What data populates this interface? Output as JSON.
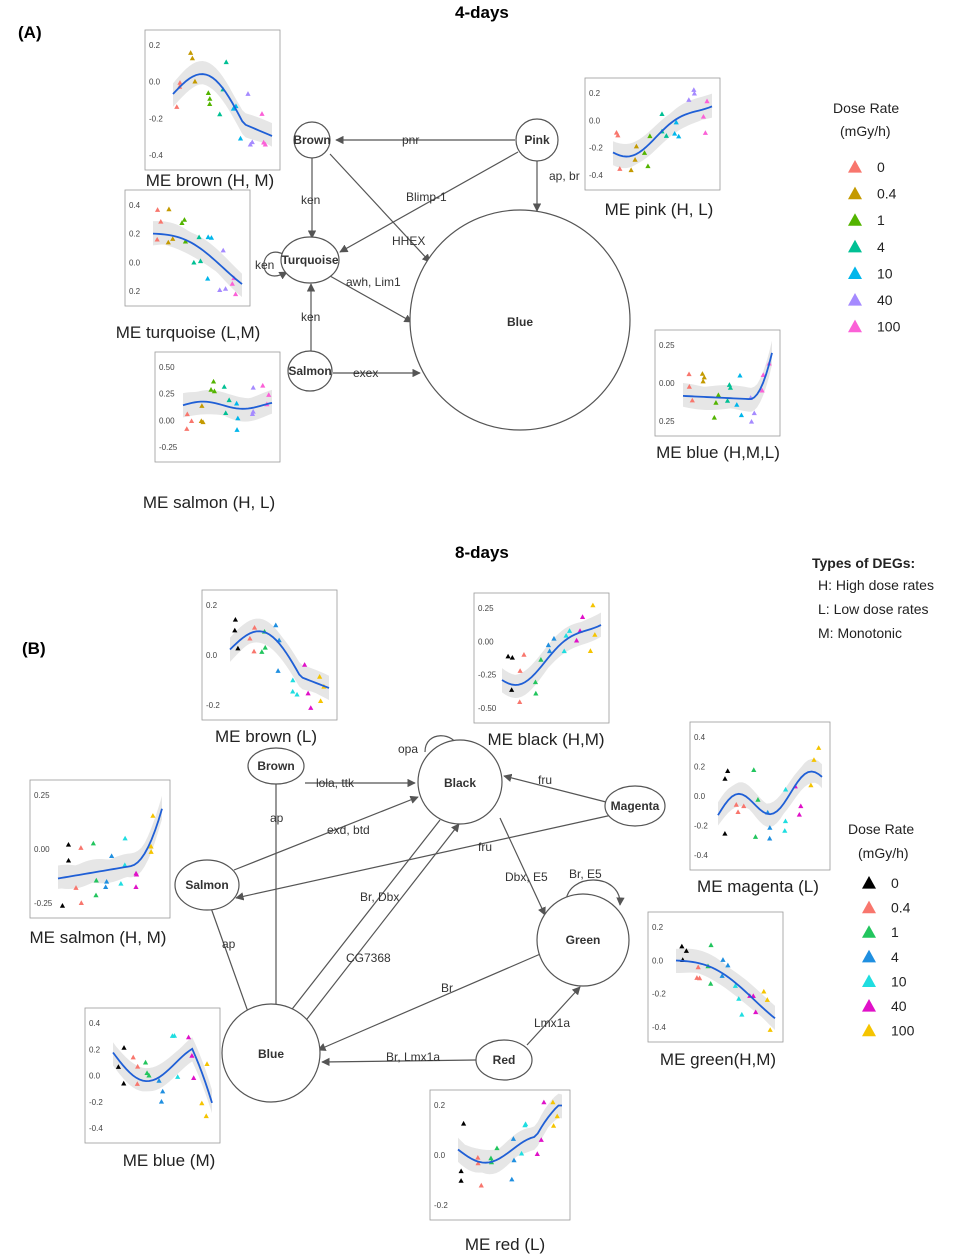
{
  "panel_a": {
    "title": "4-days",
    "letter": "(A)",
    "nodes": [
      {
        "id": "a-brown",
        "label": "Brown"
      },
      {
        "id": "a-pink",
        "label": "Pink"
      },
      {
        "id": "a-turquoise",
        "label": "Turquoise"
      },
      {
        "id": "a-salmon",
        "label": "Salmon"
      },
      {
        "id": "a-blue",
        "label": "Blue"
      }
    ],
    "edges": [
      {
        "from": "a-pink",
        "to": "a-brown",
        "label": "pnr"
      },
      {
        "from": "a-pink",
        "to": "a-blue",
        "label": "ap, br"
      },
      {
        "from": "a-pink",
        "to": "a-turquoise",
        "label": "Blimp-1"
      },
      {
        "from": "a-brown",
        "to": "a-turquoise",
        "label": "ken"
      },
      {
        "from": "a-brown",
        "to": "a-blue",
        "label": "HHEX"
      },
      {
        "from": "a-turquoise",
        "to": "a-turquoise",
        "label": "ken"
      },
      {
        "from": "a-turquoise",
        "to": "a-blue",
        "label": "awh, Lim1"
      },
      {
        "from": "a-salmon",
        "to": "a-turquoise",
        "label": "ken"
      },
      {
        "from": "a-salmon",
        "to": "a-blue",
        "label": "exex"
      }
    ],
    "legend": {
      "title_line1": "Dose Rate",
      "title_line2": "(mGy/h)",
      "items": [
        {
          "label": "0",
          "color": "#f8766d"
        },
        {
          "label": "0.4",
          "color": "#c49a00"
        },
        {
          "label": "1",
          "color": "#53b400"
        },
        {
          "label": "4",
          "color": "#00c094"
        },
        {
          "label": "10",
          "color": "#00b6eb"
        },
        {
          "label": "40",
          "color": "#a58aff"
        },
        {
          "label": "100",
          "color": "#fb61d7"
        }
      ]
    },
    "plots": [
      {
        "id": "a-plot-brown",
        "caption": "ME brown (H, M)",
        "yticks": [
          "0.2",
          "0.0",
          "-0.2",
          "-0.4"
        ]
      },
      {
        "id": "a-plot-pink",
        "caption": "ME pink (H, L)",
        "yticks": [
          "0.2",
          "0.0",
          "-0.2",
          "-0.4"
        ]
      },
      {
        "id": "a-plot-turquoise",
        "caption": "ME turquoise (L,M)",
        "yticks": [
          "0.4",
          "0.2",
          "0.0",
          "0.2"
        ]
      },
      {
        "id": "a-plot-salmon",
        "caption": "ME salmon (H, L)",
        "yticks": [
          "0.50",
          "0.25",
          "0.00",
          "-0.25"
        ]
      },
      {
        "id": "a-plot-blue",
        "caption": "ME blue (H,M,L)",
        "yticks": [
          "0.25",
          "0.00",
          "0.25"
        ]
      }
    ]
  },
  "panel_b": {
    "title": "8-days",
    "letter": "(B)",
    "nodes": [
      {
        "id": "b-brown",
        "label": "Brown"
      },
      {
        "id": "b-black",
        "label": "Black"
      },
      {
        "id": "b-magenta",
        "label": "Magenta"
      },
      {
        "id": "b-salmon",
        "label": "Salmon"
      },
      {
        "id": "b-green",
        "label": "Green"
      },
      {
        "id": "b-blue",
        "label": "Blue"
      },
      {
        "id": "b-red",
        "label": "Red"
      }
    ],
    "edges": [
      {
        "from": "b-black",
        "to": "b-black",
        "label": "opa"
      },
      {
        "from": "b-brown",
        "to": "b-black",
        "label": "lola, ttk"
      },
      {
        "from": "b-magenta",
        "to": "b-black",
        "label": "fru"
      },
      {
        "from": "b-salmon",
        "to": "b-black",
        "label": "exd, btd"
      },
      {
        "from": "b-magenta",
        "to": "b-salmon",
        "label": "fru"
      },
      {
        "from": "b-brown",
        "to": "b-blue",
        "label": "ap"
      },
      {
        "from": "b-salmon",
        "to": "b-blue",
        "label": "ap"
      },
      {
        "from": "b-black",
        "to": "b-blue",
        "label": "Br, Dbx"
      },
      {
        "from": "b-blue",
        "to": "b-black",
        "label": "CG7368"
      },
      {
        "from": "b-black",
        "to": "b-green",
        "label": "Dbx, E5"
      },
      {
        "from": "b-green",
        "to": "b-green",
        "label": "Br, E5"
      },
      {
        "from": "b-green",
        "to": "b-blue",
        "label": "Br"
      },
      {
        "from": "b-red",
        "to": "b-green",
        "label": "Lmx1a"
      },
      {
        "from": "b-red",
        "to": "b-blue",
        "label": "Br, Lmx1a"
      }
    ],
    "deg_types": {
      "title": "Types of DEGs:",
      "items": [
        "H:  High dose rates",
        "L: Low dose rates",
        "M: Monotonic"
      ]
    },
    "legend": {
      "title_line1": "Dose Rate",
      "title_line2": "(mGy/h)",
      "items": [
        {
          "label": "0",
          "color": "#000000"
        },
        {
          "label": "0.4",
          "color": "#f8766d"
        },
        {
          "label": "1",
          "color": "#22c55e"
        },
        {
          "label": "4",
          "color": "#1f8fe0"
        },
        {
          "label": "10",
          "color": "#1fdde0"
        },
        {
          "label": "40",
          "color": "#e011c8"
        },
        {
          "label": "100",
          "color": "#f5c400"
        }
      ]
    },
    "plots": [
      {
        "id": "b-plot-brown",
        "caption": "ME brown (L)",
        "yticks": [
          "0.2",
          "0.0",
          "-0.2"
        ]
      },
      {
        "id": "b-plot-black",
        "caption": "ME black (H,M)",
        "yticks": [
          "0.25",
          "0.00",
          "-0.25",
          "-0.50"
        ]
      },
      {
        "id": "b-plot-magenta",
        "caption": "ME magenta (L)",
        "yticks": [
          "0.4",
          "0.2",
          "0.0",
          "-0.2",
          "-0.4"
        ]
      },
      {
        "id": "b-plot-salmon",
        "caption": "ME salmon (H, M)",
        "yticks": [
          "0.25",
          "0.00",
          "-0.25"
        ]
      },
      {
        "id": "b-plot-green",
        "caption": "ME green(H,M)",
        "yticks": [
          "0.2",
          "0.0",
          "-0.2",
          "-0.4"
        ]
      },
      {
        "id": "b-plot-blue",
        "caption": "ME blue (M)",
        "yticks": [
          "0.4",
          "0.2",
          "0.0",
          "-0.2",
          "-0.4"
        ]
      },
      {
        "id": "b-plot-red",
        "caption": "ME red (L)",
        "yticks": [
          "0.2",
          "0.0",
          "-0.2"
        ]
      }
    ]
  }
}
